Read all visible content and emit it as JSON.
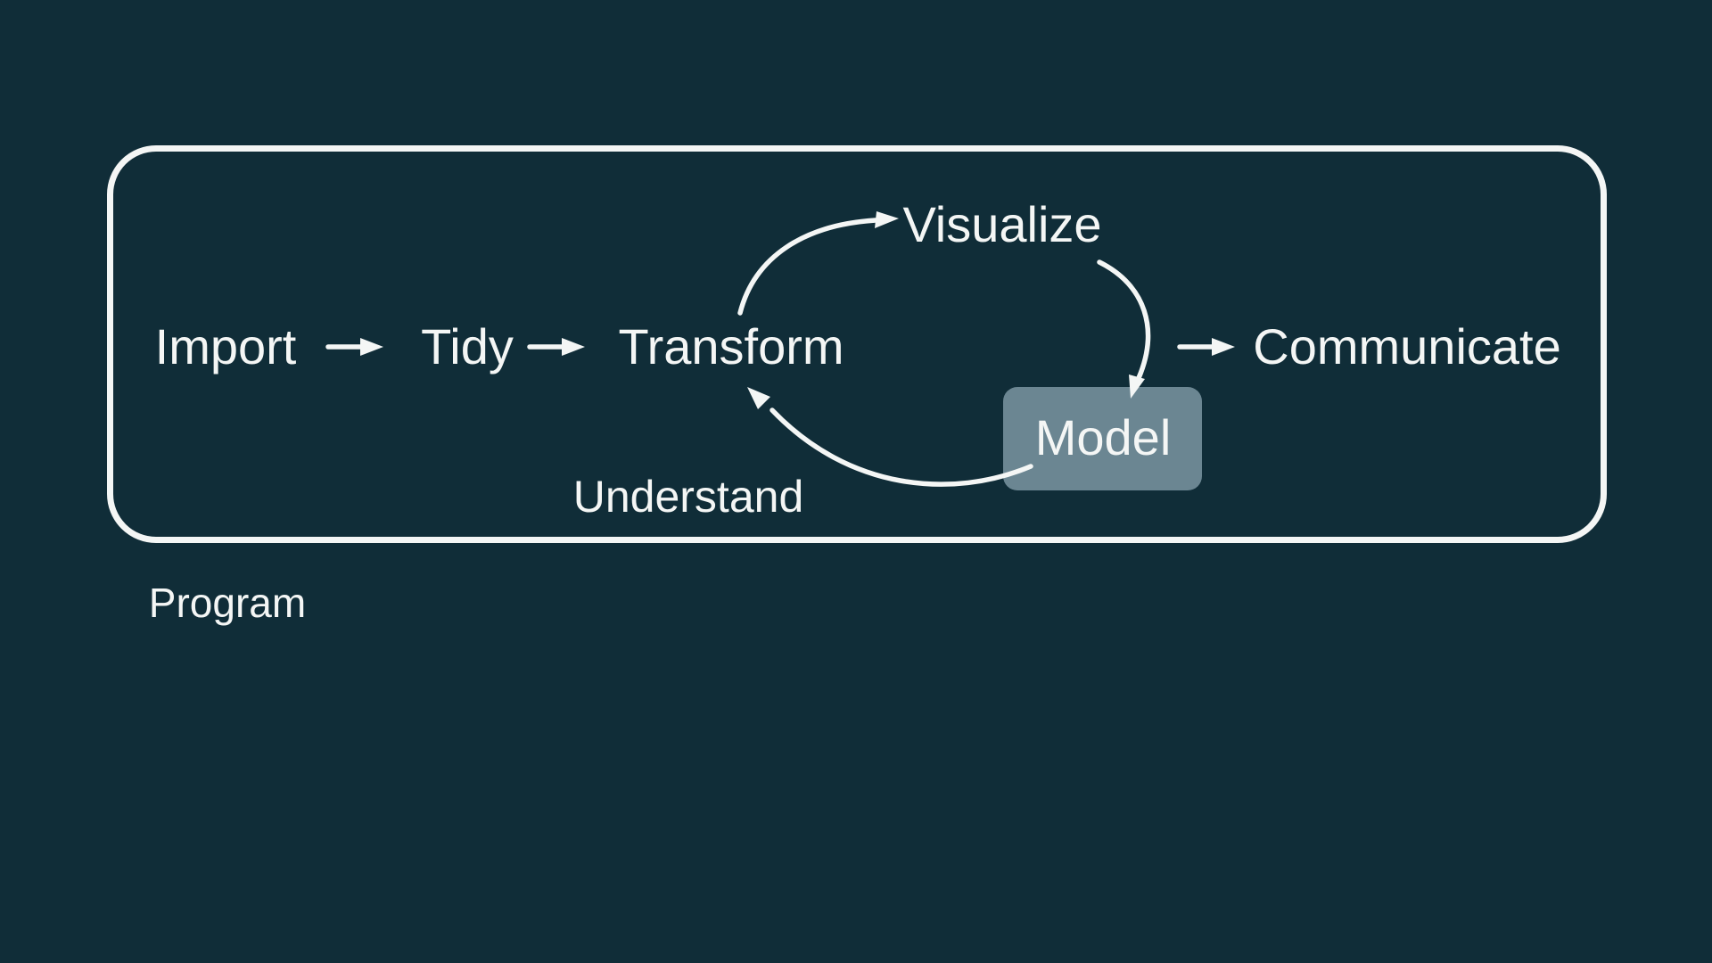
{
  "colors": {
    "background": "#102d38",
    "foreground": "#f4f6f5",
    "model_box_fill": "#6b8692"
  },
  "diagram": {
    "program_label": "Program",
    "nodes": {
      "import": "Import",
      "tidy": "Tidy",
      "transform": "Transform",
      "visualize": "Visualize",
      "model": "Model",
      "communicate": "Communicate"
    },
    "cycle_label": "Understand",
    "flow": "Import -> Tidy -> Transform <-> (Visualize -> Model -> Transform : Understand) -> Communicate"
  }
}
